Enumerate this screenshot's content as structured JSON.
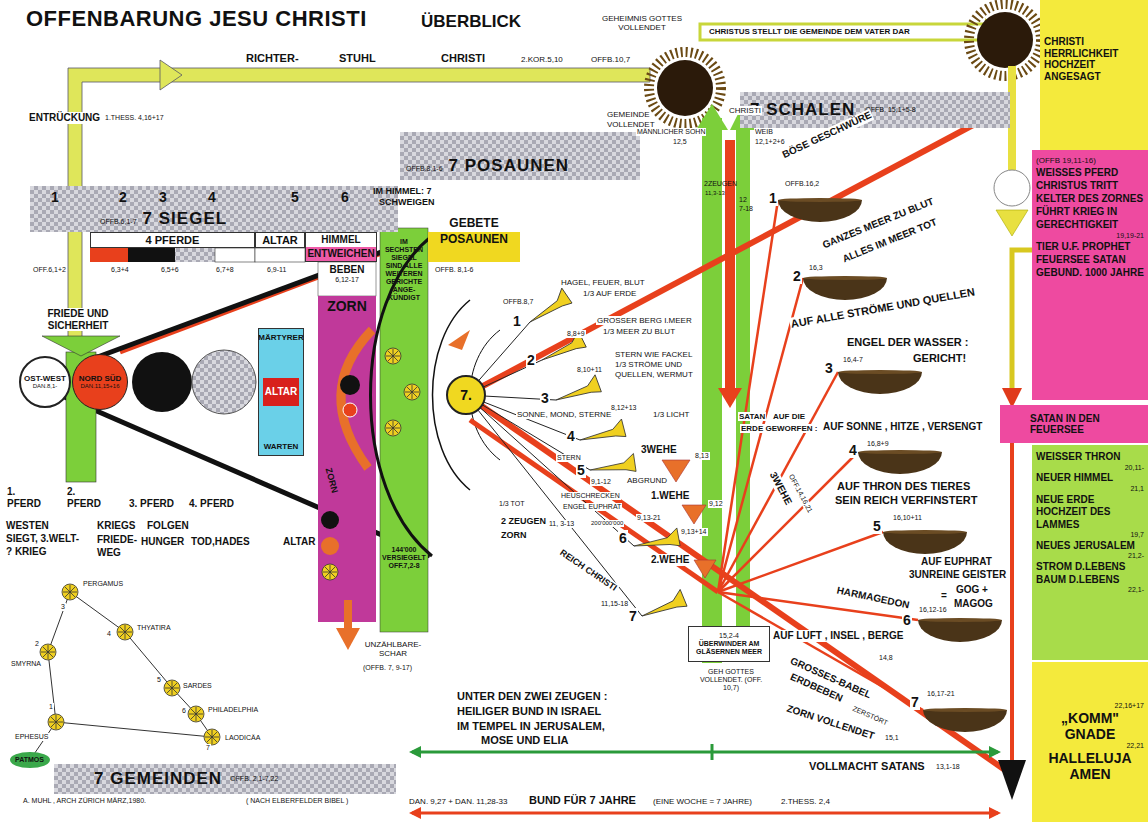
{
  "diagram": {
    "title": "OFFENBARUNG JESU CHRISTI",
    "nodes": [
      {
        "text": [
          "OFFB.6,1-7",
          "7 SIEGEL"
        ]
      },
      {
        "text": [
          "OFFB.8,1-6",
          "7 POSAUNEN"
        ]
      },
      {
        "text": [
          "7 SCHALEN",
          "OFFB. 15,1+5-8"
        ]
      },
      {
        "text": [
          "4 PFERDE"
        ]
      },
      {
        "text": [
          "ALTAR"
        ]
      },
      {
        "text": [
          "HIMMEL ENTWEICHEN"
        ]
      },
      {
        "text": [
          "GEBETE POSAUNEN"
        ]
      },
      {
        "text": [
          "IM SECHSTEN SIEGEL SIND ALLE WEITEREN GERICHTE ANGE-KÜNDIGT",
          "144'000 VERSIEGELT OFF.7,2-8"
        ]
      },
      {
        "text": [
          "7."
        ]
      },
      {
        "text": [
          "MÄRTYRER",
          "ALTAR",
          "WARTEN"
        ]
      },
      {
        "text": [
          "BEBEN",
          "6,12-17",
          "ZORN"
        ]
      },
      {
        "text": [
          "15,2-4",
          "ÜBERWINDER AM GLÄSERNEN MEER"
        ]
      },
      {
        "text": [
          "CHRISTI HERRLICHKEIT HOCHZEIT ANGESAGT"
        ]
      },
      {
        "text": [
          "(OFFB 19,11-16)",
          "WEISSES PFERD CHRISTUS TRITT KELTER DES ZORNES FÜHRT KRIEG IN GERECHTIGKEIT",
          "19,19-21",
          "TIER U.F. PROPHET FEUERSEE SATAN GEBUND. 1000 JAHRE"
        ]
      },
      {
        "text": [
          "SATAN IN DEN FEUERSEE"
        ]
      },
      {
        "text": [
          "WEISSER THRON",
          "20,11-",
          "NEUER HIMMEL",
          "21,1",
          "NEUE ERDE",
          "HOCHZEIT DES LAMMES",
          "19,7",
          "NEUES JERUSALEM",
          "21,2-",
          "STROM D.LEBENS",
          "BAUM D.LEBENS",
          "22,1-"
        ]
      },
      {
        "text": [
          "22,16+17",
          "„KOMM\"",
          "GNADE",
          "22,21",
          "HALLELUJA",
          "AMEN"
        ]
      },
      {
        "text": [
          "7 GEMEINDEN",
          "OFFB. 2,1-7,22"
        ]
      },
      {
        "text": [
          "OST-WEST",
          "DAN.8,1-"
        ]
      },
      {
        "text": [
          "NORD SÜD",
          "DAN.11,15+16"
        ]
      }
    ],
    "edges": [
      {
        "from": 13,
        "to": 14,
        "arrow": "to"
      }
    ],
    "labels": [
      "ÜBERBLICK",
      "RICHTER-",
      "STUHL",
      "CHRISTI",
      "2.KOR.5,10",
      "OFFB.10,7",
      "GEHEIMNIS GOTTES VOLLENDET",
      "CHRISTUS STELLT DIE GEMEINDE DEM VATER DAR",
      "GEMEINDE",
      "CHRISTI",
      "VOLLENDET",
      "ENTRÜCKUNG",
      "1.THESS. 4,16+17",
      "1",
      "2",
      "3",
      "4",
      "5",
      "6",
      "IM HIMMEL: 7",
      "SCHWEIGEN",
      "OFF.6,1+2",
      "6,3+4",
      "6,5+6",
      "6,7+8",
      "6,9-11",
      "OFFB. 8,1-6",
      "FRIEDE UND SICHERHEIT",
      "1. PFERD",
      "2. PFERD",
      "3. PFERD",
      "4. PFERD",
      "WESTEN",
      "SIEGT, 3.WELT-",
      "? KRIEG",
      "KRIEGS",
      "FOLGEN",
      "FRIEDE-",
      "WEG",
      "HUNGER",
      "TOD,HADES",
      "ALTAR",
      "ZORN",
      "UNZÄHLBARE-SCHAR",
      "(OFFB. 7, 9-17)",
      "1",
      "OFFB.8,7",
      "HAGEL, FEUER, BLUT",
      "1/3 AUF ERDE",
      "2",
      "8,8+9",
      "GROSSER BERG I.MEER",
      "1/3 MEER ZU BLUT",
      "3",
      "8,10+11",
      "STERN WIE FACKEL",
      "1/3 STRÖME UND",
      "QUELLEN, WERMUT",
      "SONNE, MOND, STERNE",
      "8,12+13",
      "1/3 LICHT",
      "4",
      "3WEHE",
      "8,13",
      "STERN",
      "ABGRUND",
      "5",
      "9,1-12",
      "1.WEHE",
      "9,12",
      "HEUSCHRECKEN",
      "ENGEL EUPHRAT",
      "1/3 TOT",
      "200'000'000",
      "6",
      "9,13-21",
      "9,13+14",
      "2.WEHE",
      "2 ZEUGEN",
      "11, 3-13",
      "ZORN",
      "REICH CHRISTI",
      "7",
      "11,15-18",
      "MÄNNLICHER SOHN",
      "12,5",
      "WEIB",
      "12,1+2+6",
      "2ZEUGEN",
      "11,3-13",
      "12",
      "7-18",
      "SATAN",
      "AUF DIE",
      "ERDE GEWORFEN :",
      "AUF SONNE , HITZE , VERSENGT",
      "GEH GOTTES VOLLENDET. (OFF. 10,7)",
      "3WEHE",
      "OFF.14,16,21",
      "BÖSE GESCHWÜRE",
      "1",
      "OFFB.16,2",
      "GANZES MEER ZU BLUT",
      "ALLES IM MEER TOT",
      "2",
      "16,3",
      "AUF ALLE STRÖME UND QUELLEN",
      "ENGEL DER WASSER :",
      "3",
      "16,4-7",
      "GERICHT!",
      "4",
      "16,8+9",
      "AUF THRON DES TIERES",
      "SEIN REICH VERFINSTERT",
      "5",
      "16,10+11",
      "AUF EUPHRAT",
      "3UNREINE GEISTER",
      "HARMAGEDON",
      "=",
      "GOG +",
      "MAGOG",
      "6",
      "16,12-16",
      "AUF LUFT , INSEL , BERGE",
      "GROSSES-BABEL",
      "14,8",
      "ERDBEBEN",
      "ZERSTÖRT",
      "7",
      "16,17-21",
      "ZORN VOLLENDET",
      "15,1",
      "UNTER DEN ZWEI ZEUGEN :",
      "HEILIGER BUND IN ISRAEL",
      "IM TEMPEL IN JERUSALEM,",
      "MOSE UND ELIA",
      "VOLLMACHT SATANS",
      "13,1-18",
      "DAN. 9,27 + DAN. 11,28-33",
      "BUND FÜR 7 JAHRE",
      "(EINE WOCHE = 7 JAHRE)",
      "2.THESS. 2,4",
      "A. MUHL , ARCH ZÜRICH MÄRZ,1980.",
      "( NACH ELBERFELDER BIBEL )",
      "PERGAMUS",
      "3",
      "SMYRNA",
      "2",
      "THYATIRA",
      "4",
      "SARDES",
      "5",
      "PHILADELPHIA",
      "6",
      "EPHESUS",
      "1",
      "LAODICÄA",
      "7",
      "PATMOS"
    ]
  }
}
